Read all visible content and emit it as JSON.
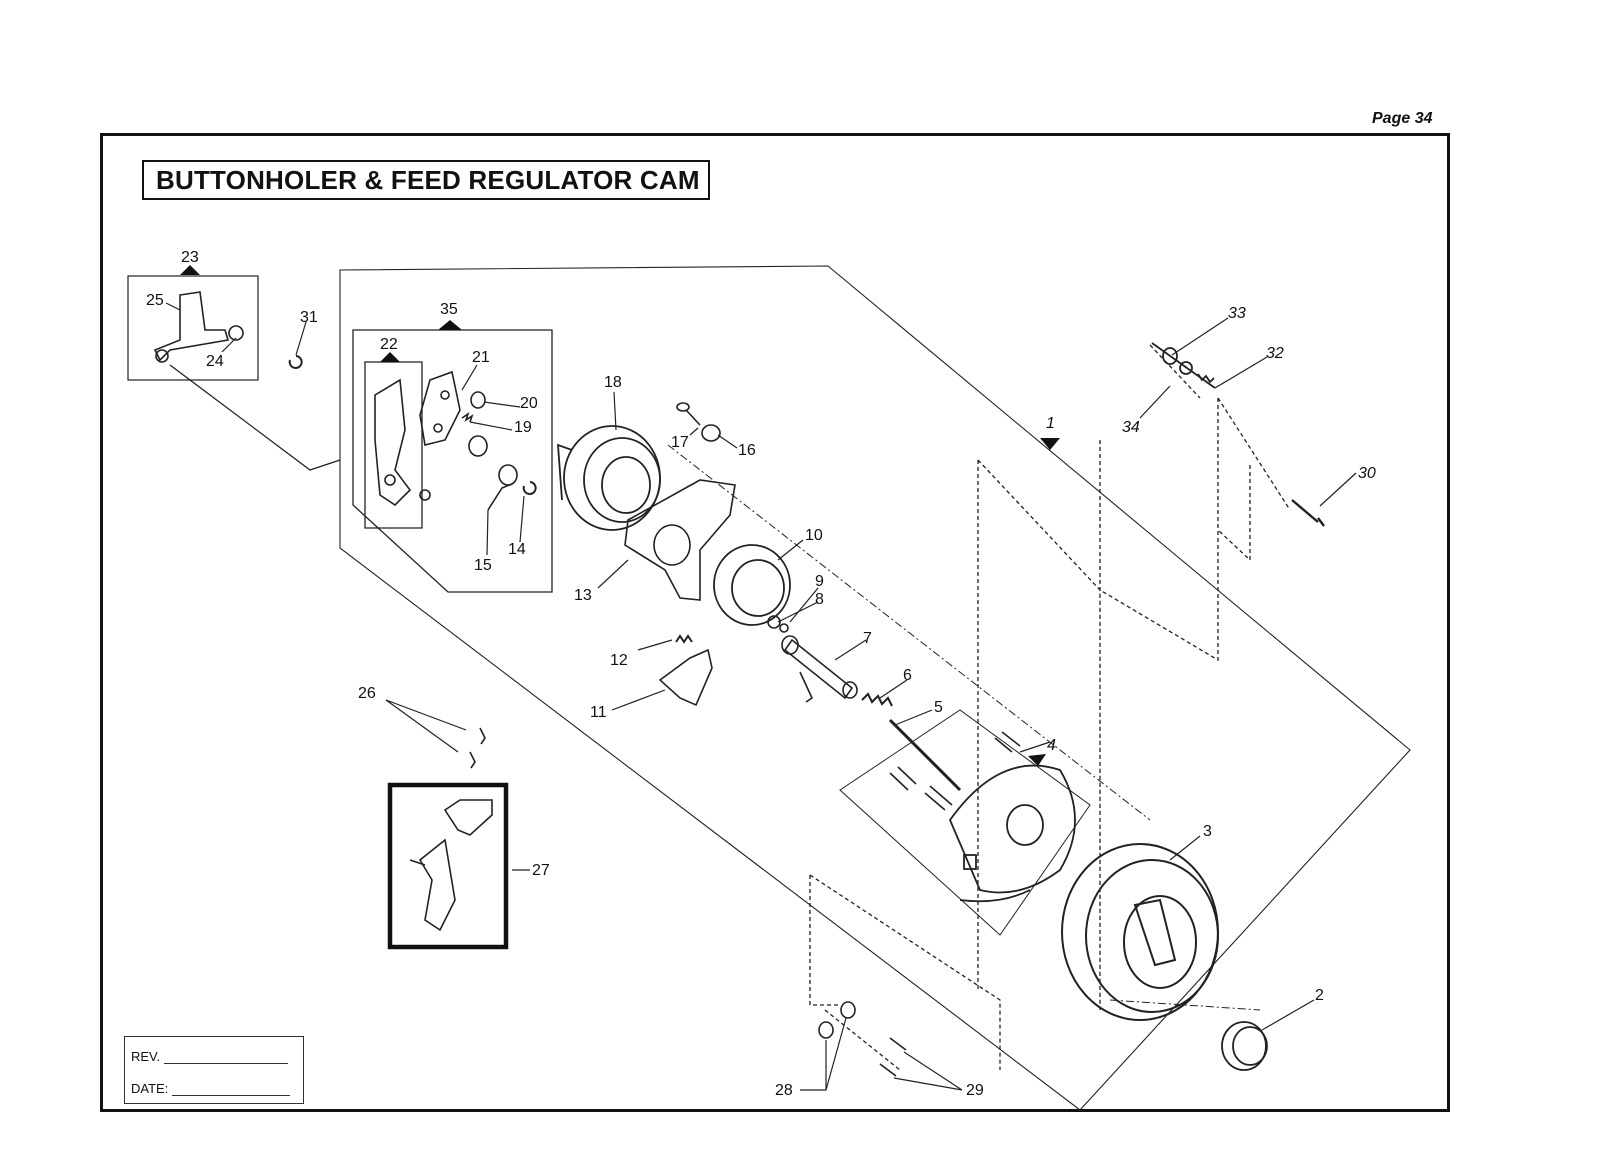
{
  "page": {
    "number_label": "Page 34"
  },
  "title": "BUTTONHOLER & FEED REGULATOR CAM",
  "rev_block": {
    "rev_label": "REV.",
    "date_label": "DATE:"
  },
  "callouts": {
    "c1": "1",
    "c2": "2",
    "c3": "3",
    "c4": "4",
    "c5": "5",
    "c6": "6",
    "c7": "7",
    "c8": "8",
    "c9": "9",
    "c10": "10",
    "c11": "11",
    "c12": "12",
    "c13": "13",
    "c14": "14",
    "c15": "15",
    "c16": "16",
    "c17": "17",
    "c18": "18",
    "c19": "19",
    "c20": "20",
    "c21": "21",
    "c22": "22",
    "c23": "23",
    "c24": "24",
    "c25": "25",
    "c26": "26",
    "c27": "27",
    "c28": "28",
    "c29": "29",
    "c30": "30",
    "c31": "31",
    "c32": "32",
    "c33": "33",
    "c34": "34",
    "c35": "35"
  }
}
